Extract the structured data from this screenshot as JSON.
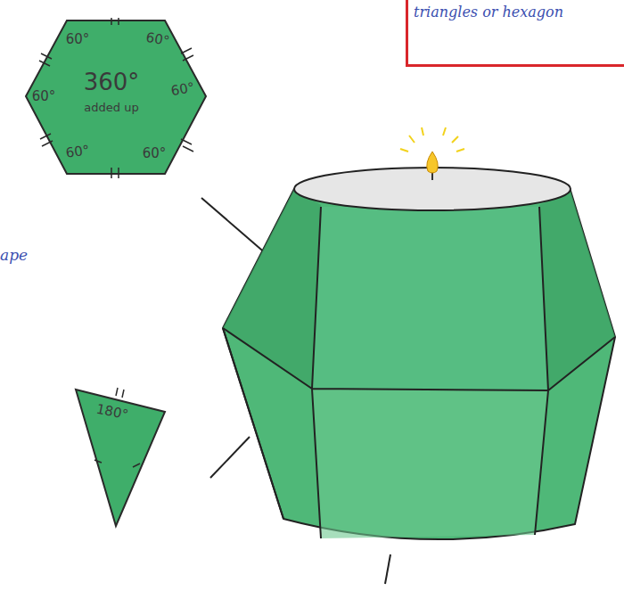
{
  "diagram": {
    "nodes": [
      {
        "text": [
          "60°",
          "60°",
          "60°",
          "60°",
          "60°",
          "60°",
          "360°",
          "added up"
        ]
      },
      {
        "text": [
          "180°"
        ]
      },
      {
        "text": [
          "triangles or hexagon"
        ]
      }
    ],
    "labels": [
      "ape"
    ]
  }
}
